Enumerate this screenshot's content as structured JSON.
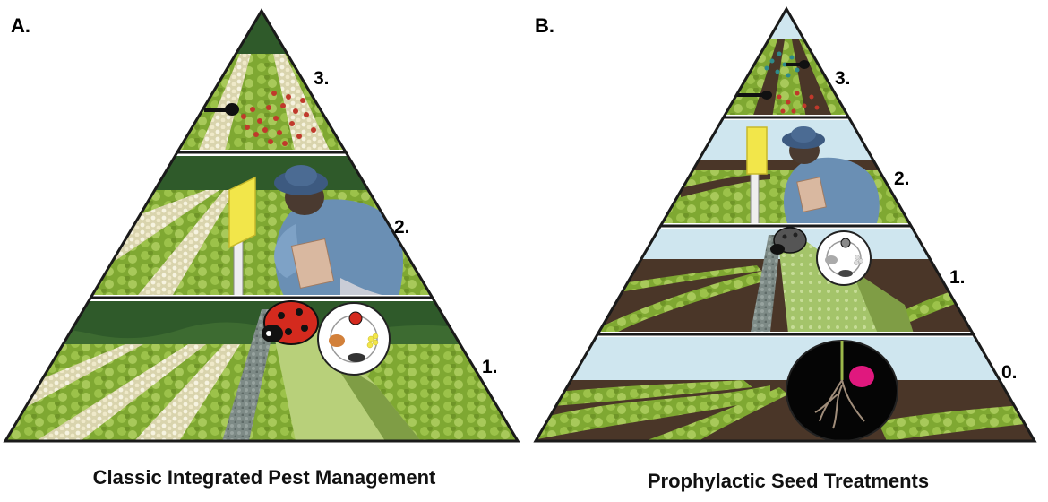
{
  "panels": [
    {
      "letter": "A.",
      "caption": "Classic Integrated Pest Management",
      "tiers": [
        "3.",
        "2.",
        "1."
      ]
    },
    {
      "letter": "B.",
      "caption": "Prophylactic Seed Treatments",
      "tiers": [
        "3.",
        "2.",
        "1.",
        "0."
      ]
    }
  ],
  "colors": {
    "outline": "#1a1a1a",
    "sky": "#cfe6ef",
    "treeline": "#2f5a2a",
    "crop": "#8cb23a",
    "crop_dark": "#5d7f22",
    "soil": "#4a3628",
    "flowers": "#f1ecd2",
    "ladybug": "#d42a1e",
    "trap": "#f2e64a",
    "shirt": "#6a8fb4",
    "hat": "#3d5a80",
    "seed": "#e0187e",
    "pest_red": "#c0392b",
    "pest_teal": "#2f8a8a",
    "strip": "#9db86a"
  }
}
